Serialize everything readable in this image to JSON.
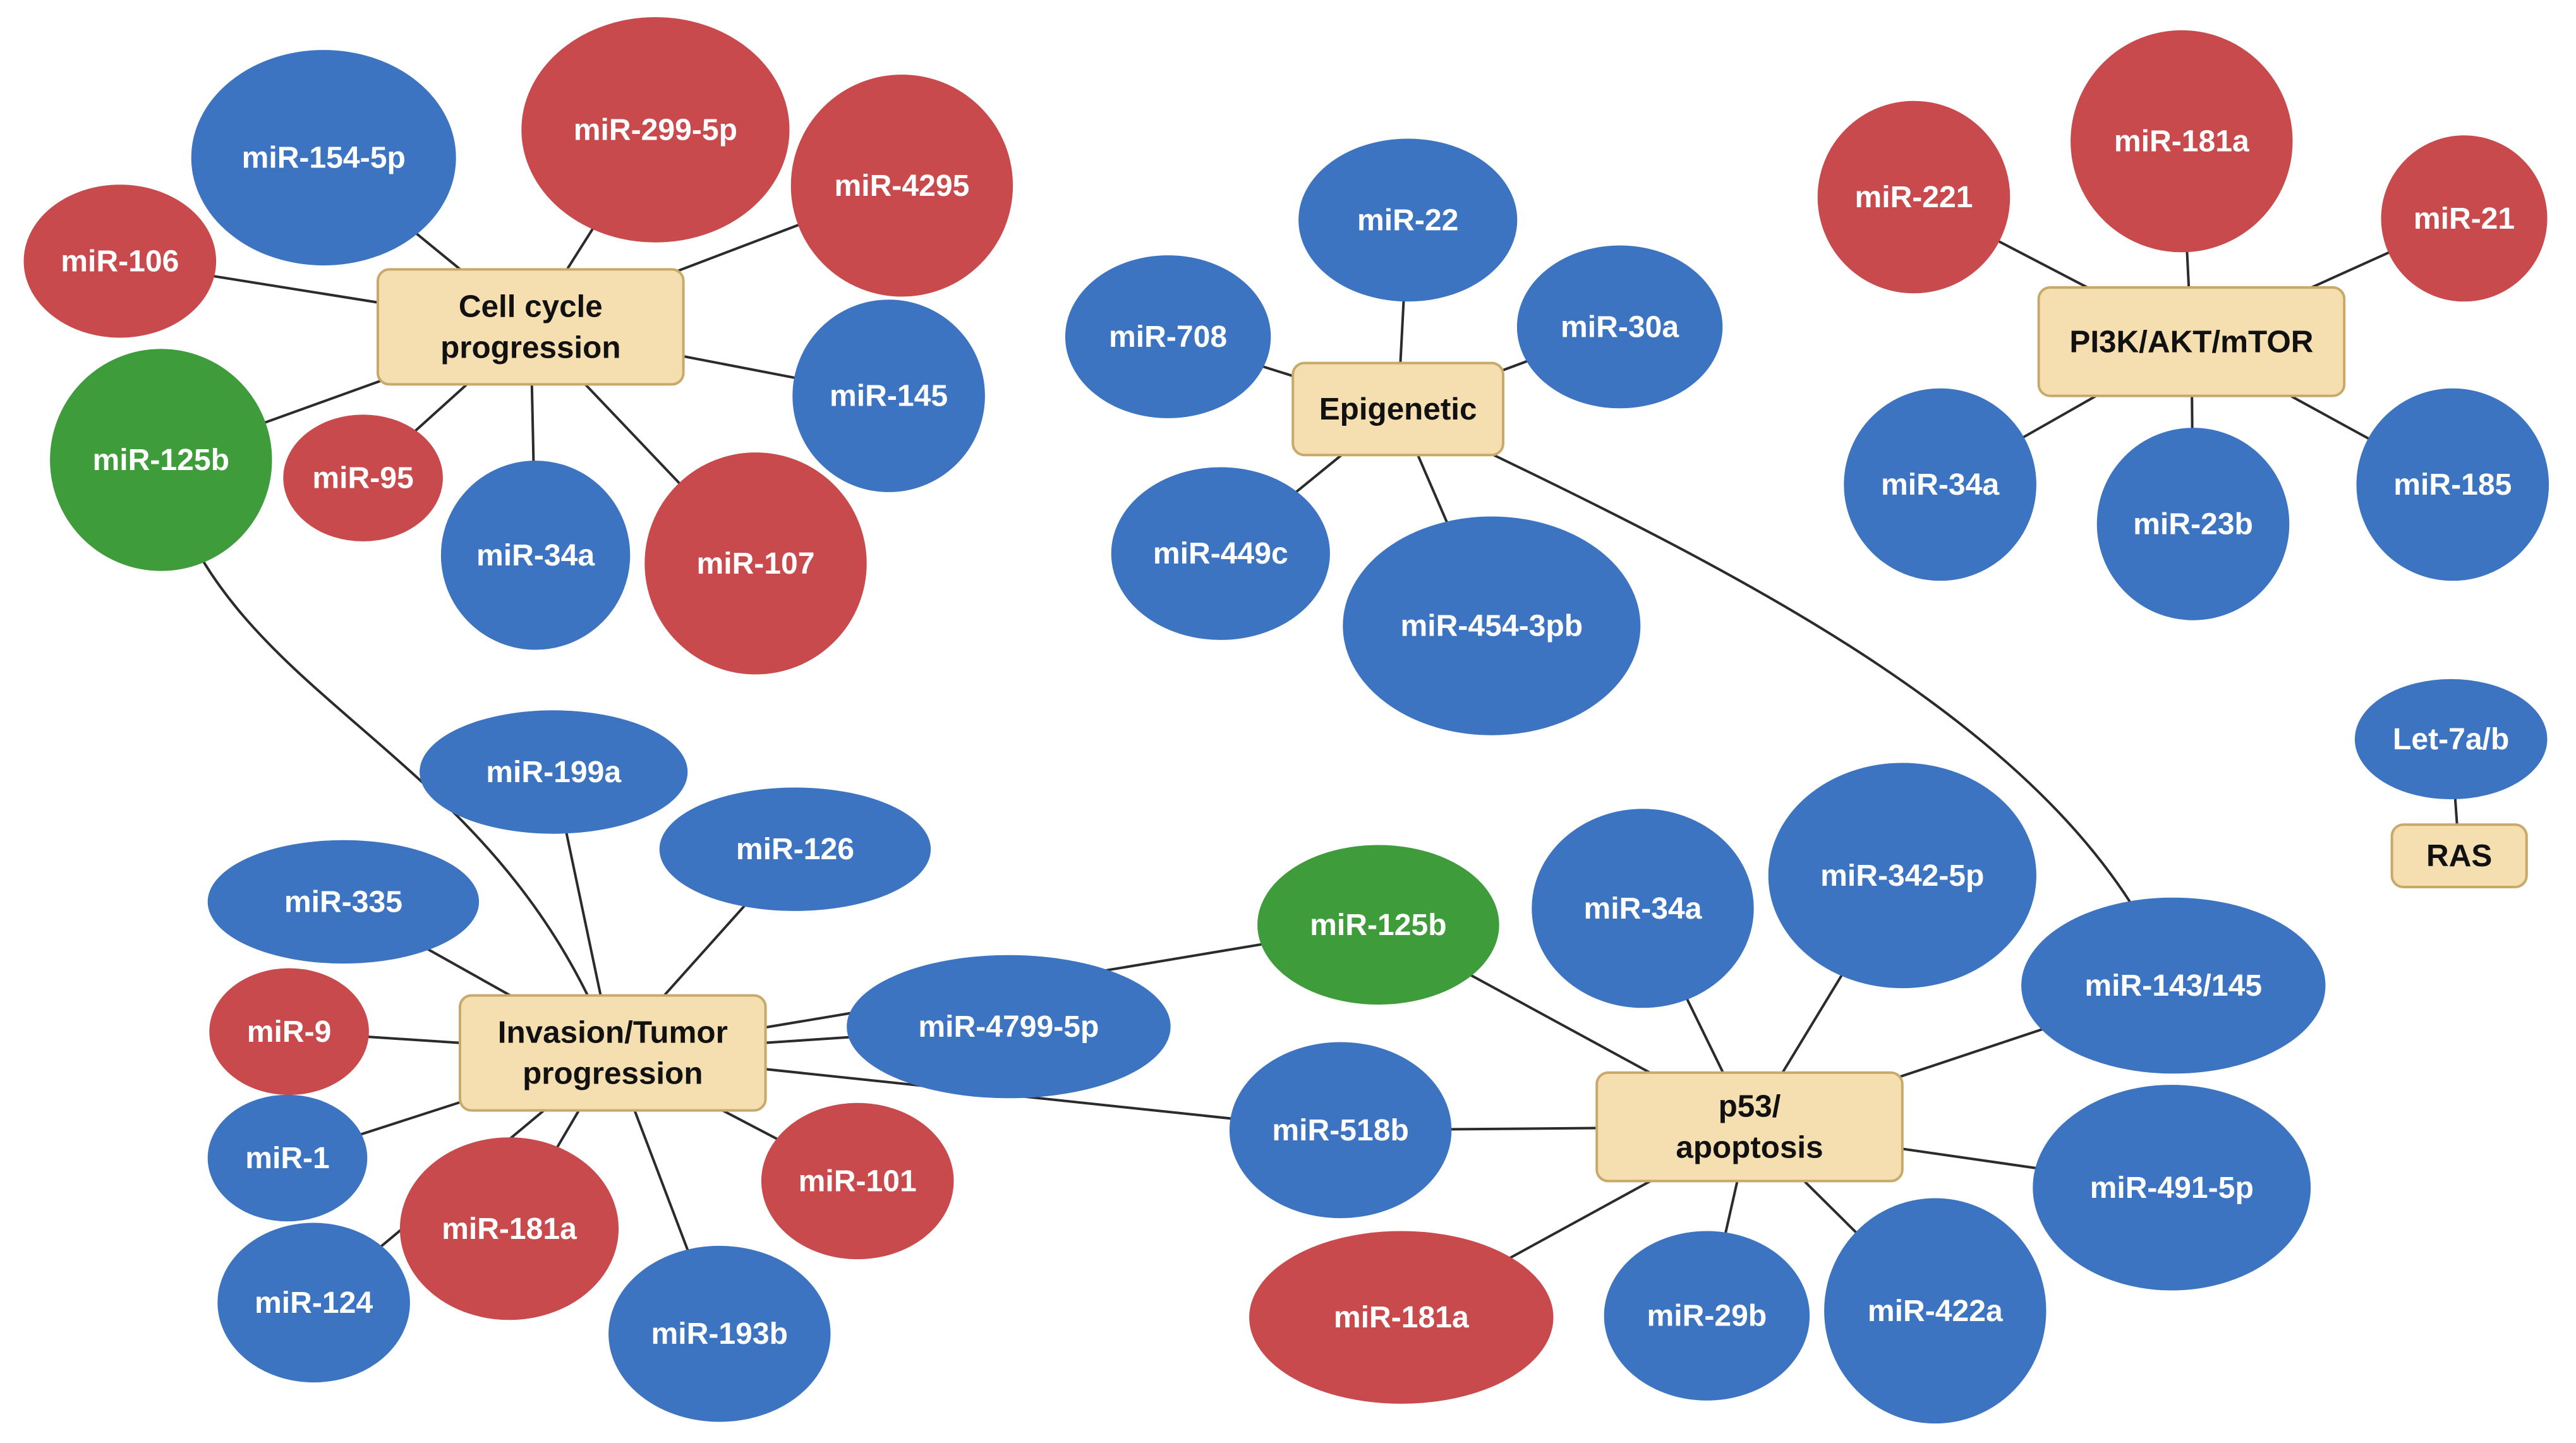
{
  "colors": {
    "upregulated": "#c94a4c",
    "downregulated": "#3d74c2",
    "dual": "#3e9c3a",
    "hub_fill": "#f5deb0",
    "hub_stroke": "#c9a96a"
  },
  "hubs": [
    {
      "id": "cell_cycle",
      "lines": [
        "Cell cycle",
        "progression"
      ]
    },
    {
      "id": "epigenetic",
      "lines": [
        "Epigenetic"
      ]
    },
    {
      "id": "pi3k",
      "lines": [
        "PI3K/AKT/mTOR"
      ]
    },
    {
      "id": "ras",
      "lines": [
        "RAS"
      ]
    },
    {
      "id": "invasion",
      "lines": [
        "Invasion/Tumor",
        "progression"
      ]
    },
    {
      "id": "p53",
      "lines": [
        "p53/",
        "apoptosis"
      ]
    }
  ],
  "nodes": [
    {
      "id": "cc_154",
      "label": "miR-154-5p",
      "color": "downregulated"
    },
    {
      "id": "cc_299",
      "label": "miR-299-5p",
      "color": "upregulated"
    },
    {
      "id": "cc_4295",
      "label": "miR-4295",
      "color": "upregulated"
    },
    {
      "id": "cc_106",
      "label": "miR-106",
      "color": "upregulated"
    },
    {
      "id": "cc_145",
      "label": "miR-145",
      "color": "downregulated"
    },
    {
      "id": "cc_125b",
      "label": "miR-125b",
      "color": "dual"
    },
    {
      "id": "cc_95",
      "label": "miR-95",
      "color": "upregulated"
    },
    {
      "id": "cc_34a",
      "label": "miR-34a",
      "color": "downregulated"
    },
    {
      "id": "cc_107",
      "label": "miR-107",
      "color": "upregulated"
    },
    {
      "id": "ep_22",
      "label": "miR-22",
      "color": "downregulated"
    },
    {
      "id": "ep_708",
      "label": "miR-708",
      "color": "downregulated"
    },
    {
      "id": "ep_30a",
      "label": "miR-30a",
      "color": "downregulated"
    },
    {
      "id": "ep_449c",
      "label": "miR-449c",
      "color": "downregulated"
    },
    {
      "id": "ep_454",
      "label": "miR-454-3pb",
      "color": "downregulated"
    },
    {
      "id": "pi_221",
      "label": "miR-221",
      "color": "upregulated"
    },
    {
      "id": "pi_181a",
      "label": "miR-181a",
      "color": "upregulated"
    },
    {
      "id": "pi_21",
      "label": "miR-21",
      "color": "upregulated"
    },
    {
      "id": "pi_34a",
      "label": "miR-34a",
      "color": "downregulated"
    },
    {
      "id": "pi_23b",
      "label": "miR-23b",
      "color": "downregulated"
    },
    {
      "id": "pi_185",
      "label": "miR-185",
      "color": "downregulated"
    },
    {
      "id": "ras_let7",
      "label": "Let-7a/b",
      "color": "downregulated"
    },
    {
      "id": "in_199a",
      "label": "miR-199a",
      "color": "downregulated"
    },
    {
      "id": "in_126",
      "label": "miR-126",
      "color": "downregulated"
    },
    {
      "id": "in_335",
      "label": "miR-335",
      "color": "downregulated"
    },
    {
      "id": "in_9",
      "label": "miR-9",
      "color": "upregulated"
    },
    {
      "id": "in_4799",
      "label": "miR-4799-5p",
      "color": "downregulated"
    },
    {
      "id": "in_1",
      "label": "miR-1",
      "color": "downregulated"
    },
    {
      "id": "in_181a",
      "label": "miR-181a",
      "color": "upregulated"
    },
    {
      "id": "in_101",
      "label": "miR-101",
      "color": "upregulated"
    },
    {
      "id": "in_124",
      "label": "miR-124",
      "color": "downregulated"
    },
    {
      "id": "in_193b",
      "label": "miR-193b",
      "color": "downregulated"
    },
    {
      "id": "p_125b",
      "label": "miR-125b",
      "color": "dual"
    },
    {
      "id": "p_34a",
      "label": "miR-34a",
      "color": "downregulated"
    },
    {
      "id": "p_342",
      "label": "miR-342-5p",
      "color": "downregulated"
    },
    {
      "id": "p_143",
      "label": "miR-143/145",
      "color": "downregulated"
    },
    {
      "id": "p_518b",
      "label": "miR-518b",
      "color": "downregulated"
    },
    {
      "id": "p_491",
      "label": "miR-491-5p",
      "color": "downregulated"
    },
    {
      "id": "p_181a",
      "label": "miR-181a",
      "color": "upregulated"
    },
    {
      "id": "p_29b",
      "label": "miR-29b",
      "color": "downregulated"
    },
    {
      "id": "p_422a",
      "label": "miR-422a",
      "color": "downregulated"
    }
  ],
  "edges": [
    [
      "cell_cycle",
      "cc_154"
    ],
    [
      "cell_cycle",
      "cc_299"
    ],
    [
      "cell_cycle",
      "cc_4295"
    ],
    [
      "cell_cycle",
      "cc_106"
    ],
    [
      "cell_cycle",
      "cc_145"
    ],
    [
      "cell_cycle",
      "cc_125b"
    ],
    [
      "cell_cycle",
      "cc_95"
    ],
    [
      "cell_cycle",
      "cc_34a"
    ],
    [
      "cell_cycle",
      "cc_107"
    ],
    [
      "epigenetic",
      "ep_22"
    ],
    [
      "epigenetic",
      "ep_708"
    ],
    [
      "epigenetic",
      "ep_30a"
    ],
    [
      "epigenetic",
      "ep_449c"
    ],
    [
      "epigenetic",
      "ep_454"
    ],
    [
      "pi3k",
      "pi_221"
    ],
    [
      "pi3k",
      "pi_181a"
    ],
    [
      "pi3k",
      "pi_21"
    ],
    [
      "pi3k",
      "pi_34a"
    ],
    [
      "pi3k",
      "pi_23b"
    ],
    [
      "pi3k",
      "pi_185"
    ],
    [
      "ras",
      "ras_let7"
    ],
    [
      "invasion",
      "in_199a"
    ],
    [
      "invasion",
      "in_126"
    ],
    [
      "invasion",
      "in_335"
    ],
    [
      "invasion",
      "in_9"
    ],
    [
      "invasion",
      "in_4799"
    ],
    [
      "invasion",
      "in_1"
    ],
    [
      "invasion",
      "in_181a"
    ],
    [
      "invasion",
      "in_101"
    ],
    [
      "invasion",
      "in_124"
    ],
    [
      "invasion",
      "in_193b"
    ],
    [
      "invasion",
      "p_125b"
    ],
    [
      "invasion",
      "p_518b"
    ],
    [
      "p53",
      "p_125b"
    ],
    [
      "p53",
      "p_34a"
    ],
    [
      "p53",
      "p_342"
    ],
    [
      "p53",
      "p_143"
    ],
    [
      "p53",
      "p_518b"
    ],
    [
      "p53",
      "p_491"
    ],
    [
      "p53",
      "p_181a"
    ],
    [
      "p53",
      "p_29b"
    ],
    [
      "p53",
      "p_422a"
    ]
  ],
  "curved_edges": [
    [
      "cc_125b",
      "invasion"
    ],
    [
      "epigenetic",
      "p_143"
    ]
  ]
}
